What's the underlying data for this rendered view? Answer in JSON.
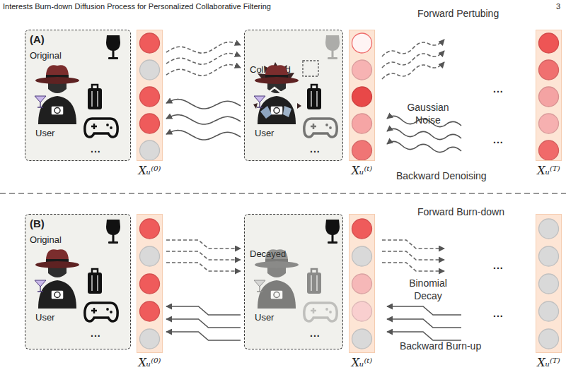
{
  "diagram": {
    "nodes": [
      {
        "text": [
          "(A)",
          "Original",
          "User",
          "..."
        ]
      },
      {
        "text": [
          "Xᵤ⁽⁰⁾"
        ]
      },
      {
        "text": [
          "Collapsed",
          "User",
          "..."
        ]
      },
      {
        "text": [
          "Xᵤ⁽ᵗ⁾"
        ]
      },
      {
        "text": [
          "Xᵤ⁽ᵀ⁾"
        ]
      },
      {
        "text": [
          "(B)",
          "Original",
          "User",
          "..."
        ]
      },
      {
        "text": [
          "Xᵤ⁽⁰⁾"
        ]
      },
      {
        "text": [
          "Decayed",
          "User",
          "..."
        ]
      },
      {
        "text": [
          "Xᵤ⁽ᵗ⁾"
        ]
      },
      {
        "text": [
          "Xᵤ⁽ᵀ⁾"
        ]
      }
    ],
    "edges": [
      {
        "from": 1,
        "to": 2,
        "arrow": "to"
      },
      {
        "from": 1,
        "to": 2,
        "arrow": "to"
      },
      {
        "from": 1,
        "to": 2,
        "arrow": "to"
      },
      {
        "from": 2,
        "to": 1,
        "arrow": "to"
      },
      {
        "from": 2,
        "to": 1,
        "arrow": "to"
      },
      {
        "from": 2,
        "to": 1,
        "arrow": "to"
      },
      {
        "from": 6,
        "to": 7,
        "arrow": "to"
      },
      {
        "from": 6,
        "to": 7,
        "arrow": "to"
      },
      {
        "from": 6,
        "to": 7,
        "arrow": "to"
      },
      {
        "from": 7,
        "to": 6,
        "arrow": "to"
      },
      {
        "from": 7,
        "to": 6,
        "arrow": "to"
      },
      {
        "from": 7,
        "to": 6,
        "arrow": "to"
      }
    ],
    "labels": [
      "Interests Burn-down Diffusion Process for Personalized Collaborative Filtering",
      "3",
      "Forward Pertubing",
      "...",
      "Gaussian Noise",
      "...",
      "Backward Denoising",
      "Forward Burn-down",
      "...",
      "Binomial Decay",
      "...",
      "Backward Burn-up"
    ]
  }
}
